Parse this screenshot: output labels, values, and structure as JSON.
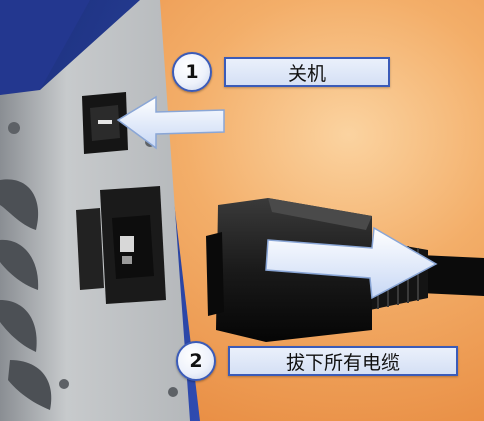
{
  "steps": [
    {
      "number": "1",
      "label": "关机"
    },
    {
      "number": "2",
      "label": "拔下所有电缆"
    }
  ],
  "colors": {
    "background": "#f0a45e",
    "accent_border": "#3b5bb8",
    "label_fill": "#dfe7f7",
    "arrow": "#dde8fb"
  },
  "icons": [
    "power-switch-icon",
    "power-socket-icon",
    "power-plug-icon",
    "arrow-left-icon",
    "arrow-right-icon"
  ]
}
